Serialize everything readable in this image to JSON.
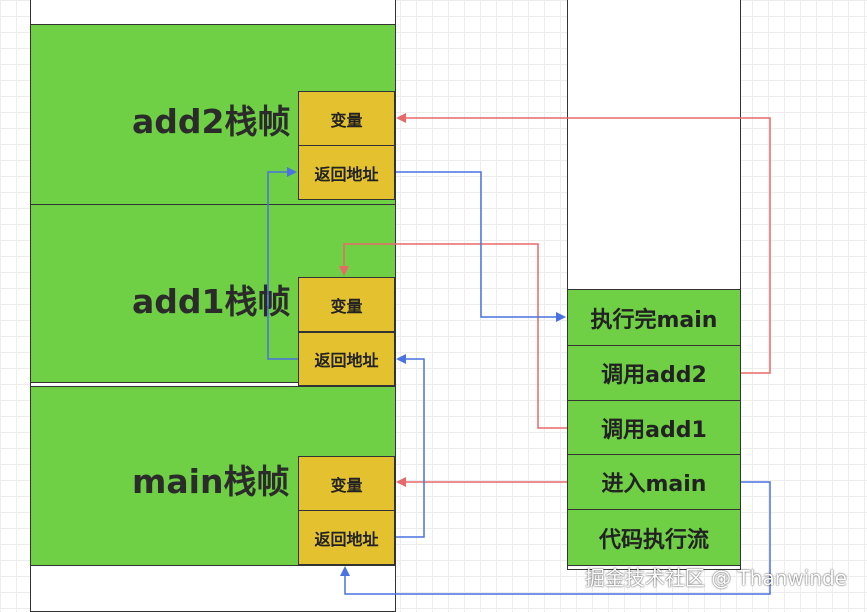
{
  "stack": {
    "frames": [
      {
        "title": "add2栈帧",
        "var_label": "变量",
        "ret_label": "返回地址"
      },
      {
        "title": "add1栈帧",
        "var_label": "变量",
        "ret_label": "返回地址"
      },
      {
        "title": "main栈帧",
        "var_label": "变量",
        "ret_label": "返回地址"
      }
    ]
  },
  "flow": {
    "items": [
      "执行完main",
      "调用add2",
      "调用add1",
      "进入main",
      "代码执行流"
    ]
  },
  "colors": {
    "frame_fill": "#6fcf45",
    "cell_fill": "#e3c12f",
    "red_arrow": "#e8696a",
    "blue_arrow": "#4a72e0"
  },
  "watermark": "掘金技术社区 @ Thanwinde"
}
